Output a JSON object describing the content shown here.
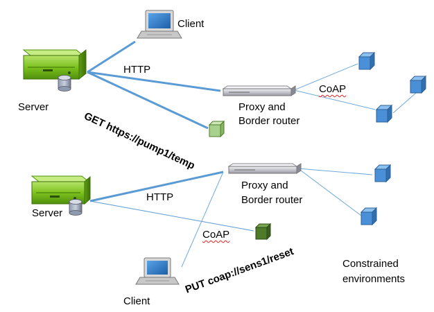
{
  "diagram": {
    "top": {
      "client_label": "Client",
      "server_label": "Server",
      "http_label": "HTTP",
      "request_label": "GET https://pump1/temp",
      "proxy_label_line1": "Proxy and",
      "proxy_label_line2": "Border router",
      "coap_label": "CoAP"
    },
    "bottom": {
      "server_label": "Server",
      "http_label": "HTTP",
      "proxy_label_line1": "Proxy and",
      "proxy_label_line2": "Border router",
      "coap_label": "CoAP",
      "request_label": "PUT coap://sens1/reset",
      "client_label": "Client",
      "env_label_line1": "Constrained",
      "env_label_line2": "environments"
    }
  },
  "colors": {
    "http_link": "#5b9bd5",
    "coap_link": "#6fa8dc",
    "server_green": "#7dc21e",
    "node_blue": "#4a90d9",
    "light_green_node": "#a9d18e",
    "dark_green_node": "#4e7a2a"
  }
}
